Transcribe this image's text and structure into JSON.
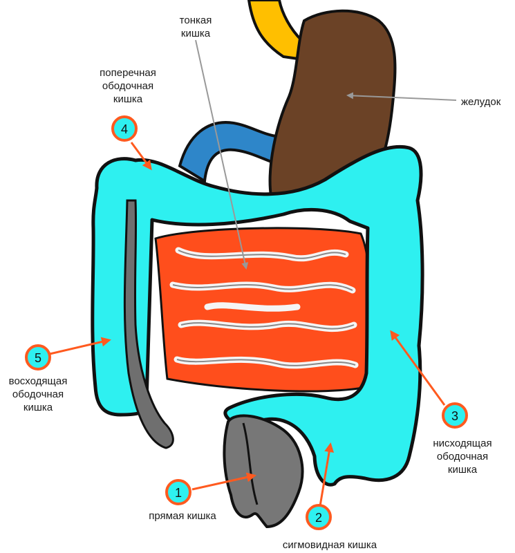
{
  "labels": {
    "small_intestine": [
      "тонкая",
      "кишка"
    ],
    "transverse_colon": [
      "поперечная",
      "ободочная",
      "кишка"
    ],
    "stomach": [
      "желудок"
    ],
    "ascending_colon": [
      "восходящая",
      "ободочная",
      "кишка"
    ],
    "descending_colon": [
      "нисходящая",
      "ободочная",
      "кишка"
    ],
    "rectum": [
      "прямая кишка"
    ],
    "sigmoid_colon": [
      "сигмовидная кишка"
    ]
  },
  "badges": {
    "rectum": "1",
    "sigmoid": "2",
    "descending": "3",
    "transverse": "4",
    "ascending": "5"
  },
  "colors": {
    "colon": "#2ef0f0",
    "small_intestine": "#ff4e1c",
    "stomach": "#6b4226",
    "esophagus": "#ffbf00",
    "duodenum": "#2e86c9",
    "rectum": "#777777",
    "badge_fill": "#2ef0f0",
    "badge_ring": "#ff5a1f",
    "arrow_orange": "#ff5a1f",
    "arrow_gray": "#999999"
  }
}
